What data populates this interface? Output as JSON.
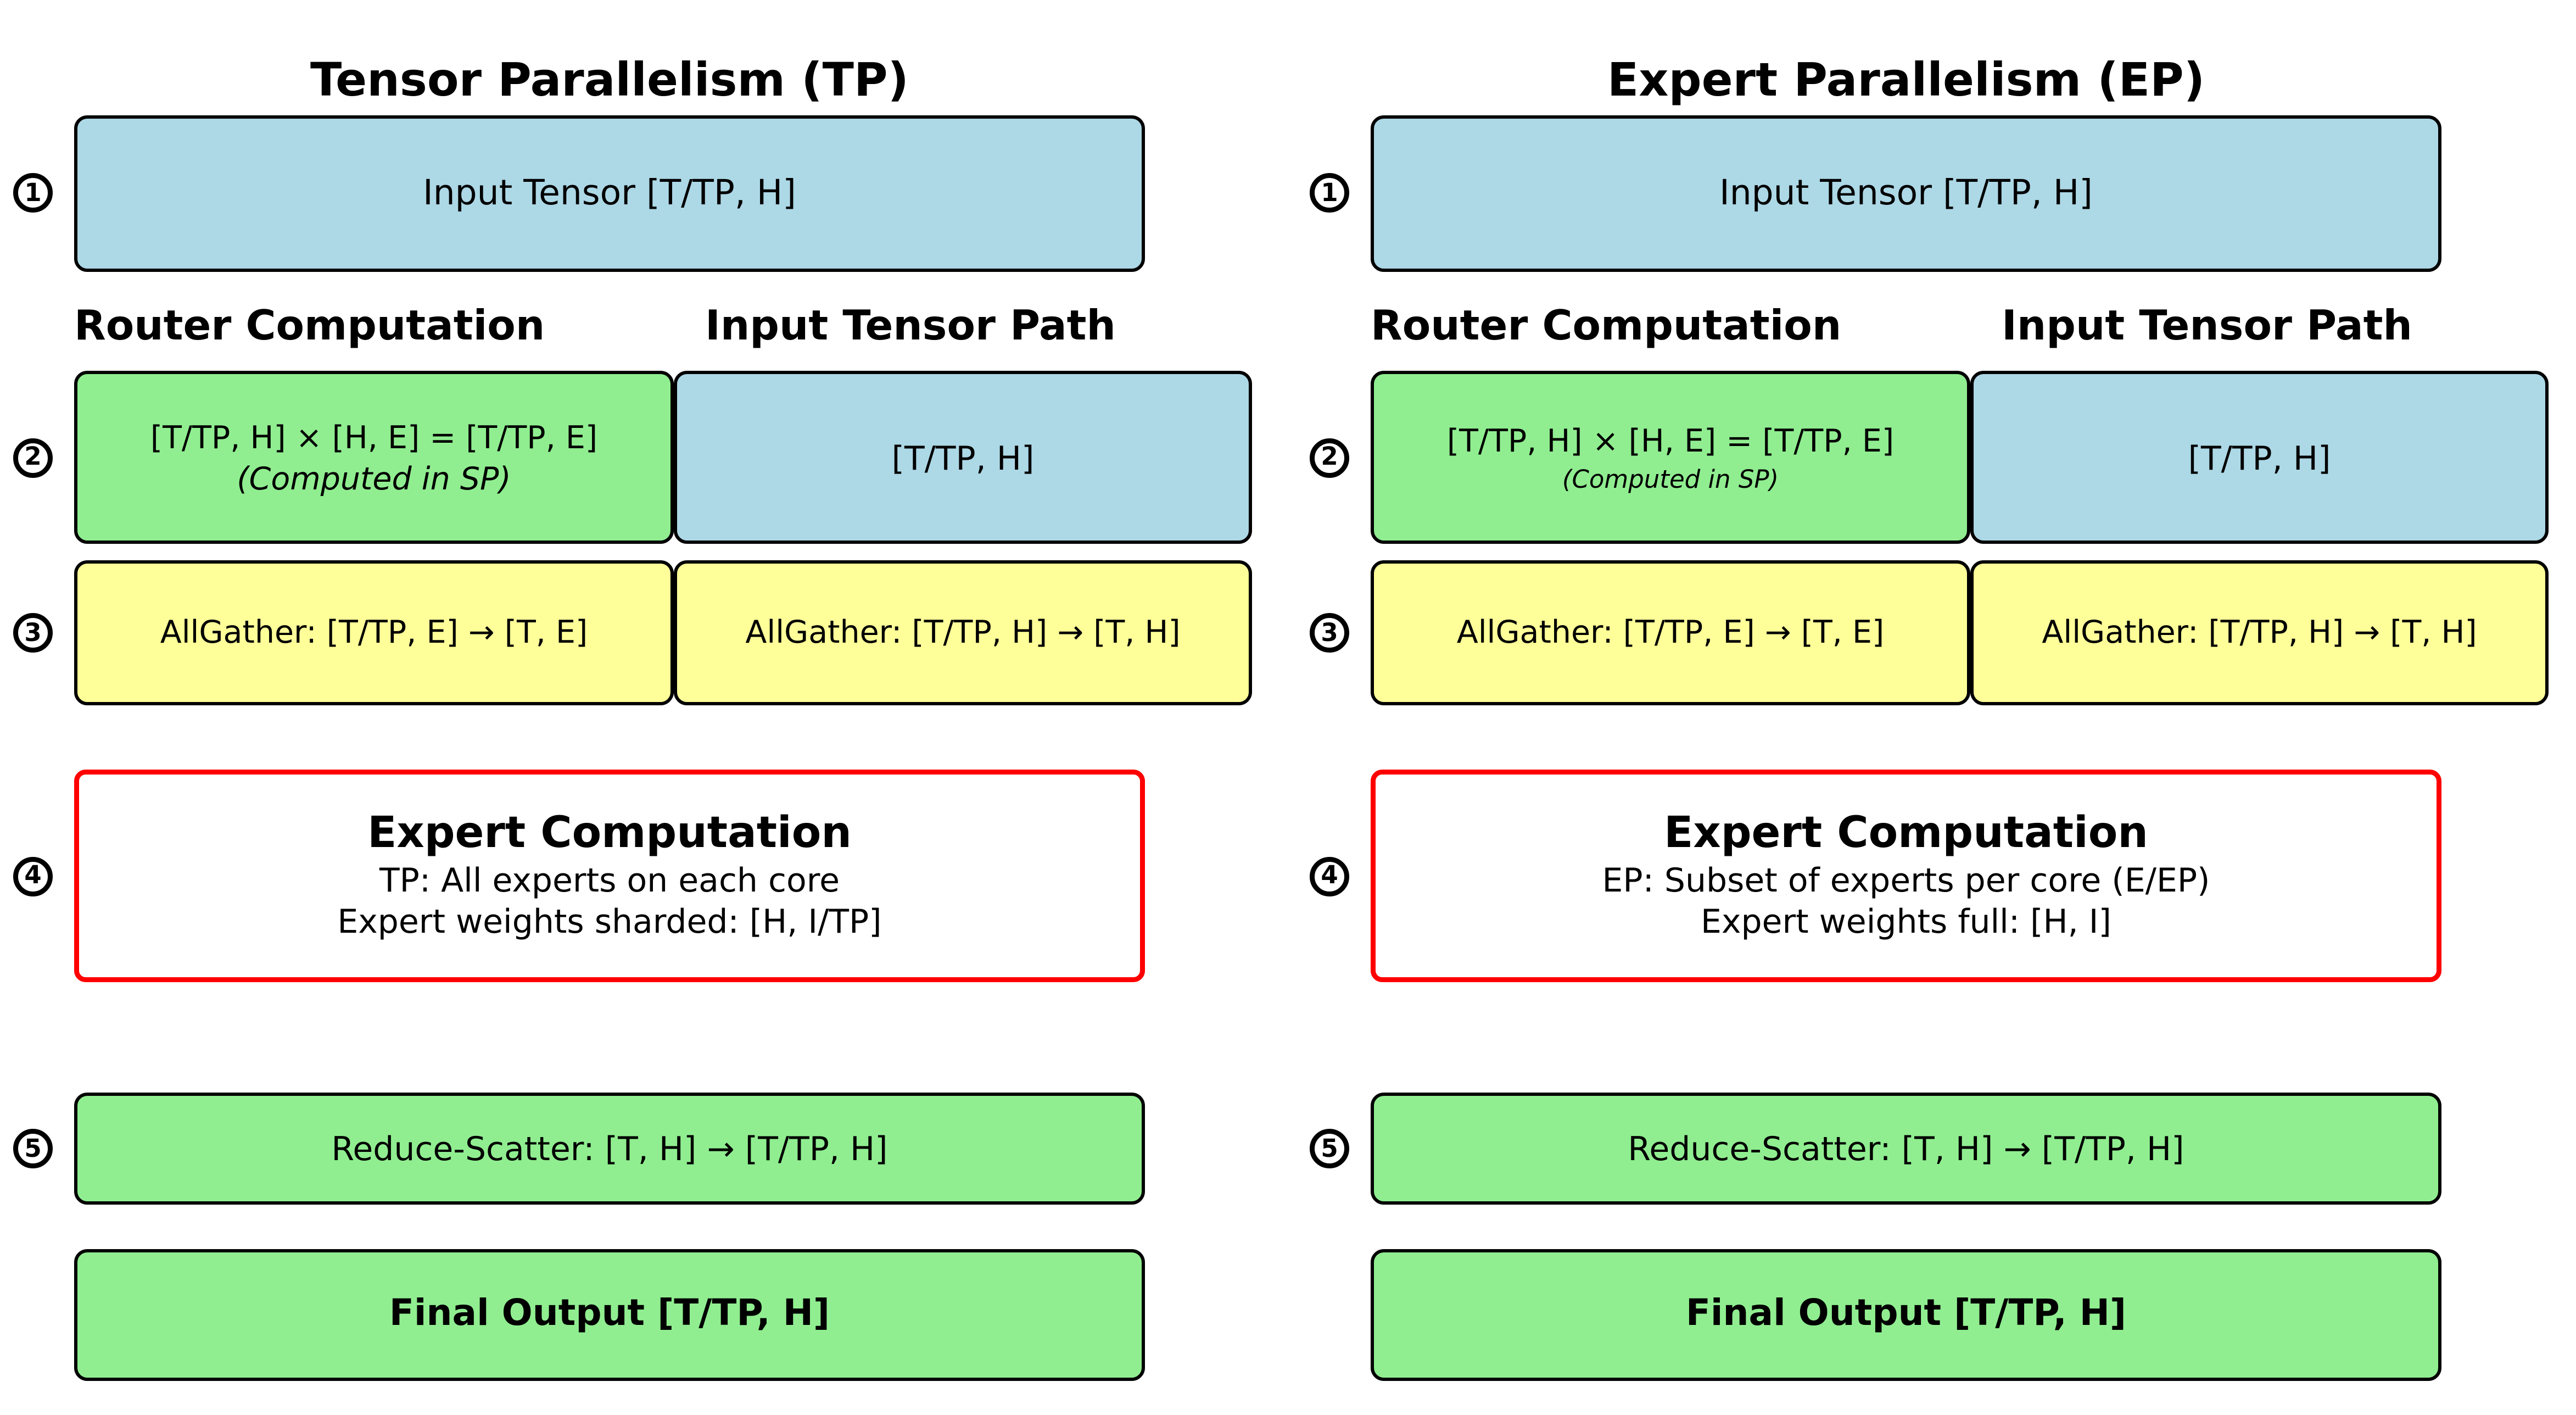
{
  "colors": {
    "blue": "#ADD8E6",
    "green": "#90EE90",
    "yellow": "#FFFF99",
    "red": "#FF0000"
  },
  "steps": [
    "1",
    "2",
    "3",
    "4",
    "5"
  ],
  "columns": [
    {
      "title": "Tensor Parallelism (TP)",
      "input_tensor": "Input Tensor [T/TP, H]",
      "router_header": "Router Computation",
      "path_header": "Input Tensor Path",
      "router_formula": "[T/TP, H] × [H, E] = [T/TP, E]",
      "router_note": "(Computed in SP)",
      "path_value": "[T/TP, H]",
      "router_allgather": "AllGather: [T/TP, E] → [T, E]",
      "path_allgather": "AllGather: [T/TP, H] → [T, H]",
      "expert_title": "Expert Computation",
      "expert_line1": "TP: All experts on each core",
      "expert_line2": "Expert weights sharded: [H, I/TP]",
      "reduce_scatter": "Reduce-Scatter: [T, H] → [T/TP, H]",
      "final_output": "Final Output [T/TP, H]"
    },
    {
      "title": "Expert Parallelism (EP)",
      "input_tensor": "Input Tensor [T/TP, H]",
      "router_header": "Router Computation",
      "path_header": "Input Tensor Path",
      "router_formula": "[T/TP, H] × [H, E] = [T/TP, E]",
      "router_note": "(Computed in SP)",
      "path_value": "[T/TP, H]",
      "router_allgather": "AllGather: [T/TP, E] → [T, E]",
      "path_allgather": "AllGather: [T/TP, H] → [T, H]",
      "expert_title": "Expert Computation",
      "expert_line1": "EP: Subset of experts per core (E/EP)",
      "expert_line2": "Expert weights full: [H, I]",
      "reduce_scatter": "Reduce-Scatter: [T, H] → [T/TP, H]",
      "final_output": "Final Output [T/TP, H]"
    }
  ]
}
